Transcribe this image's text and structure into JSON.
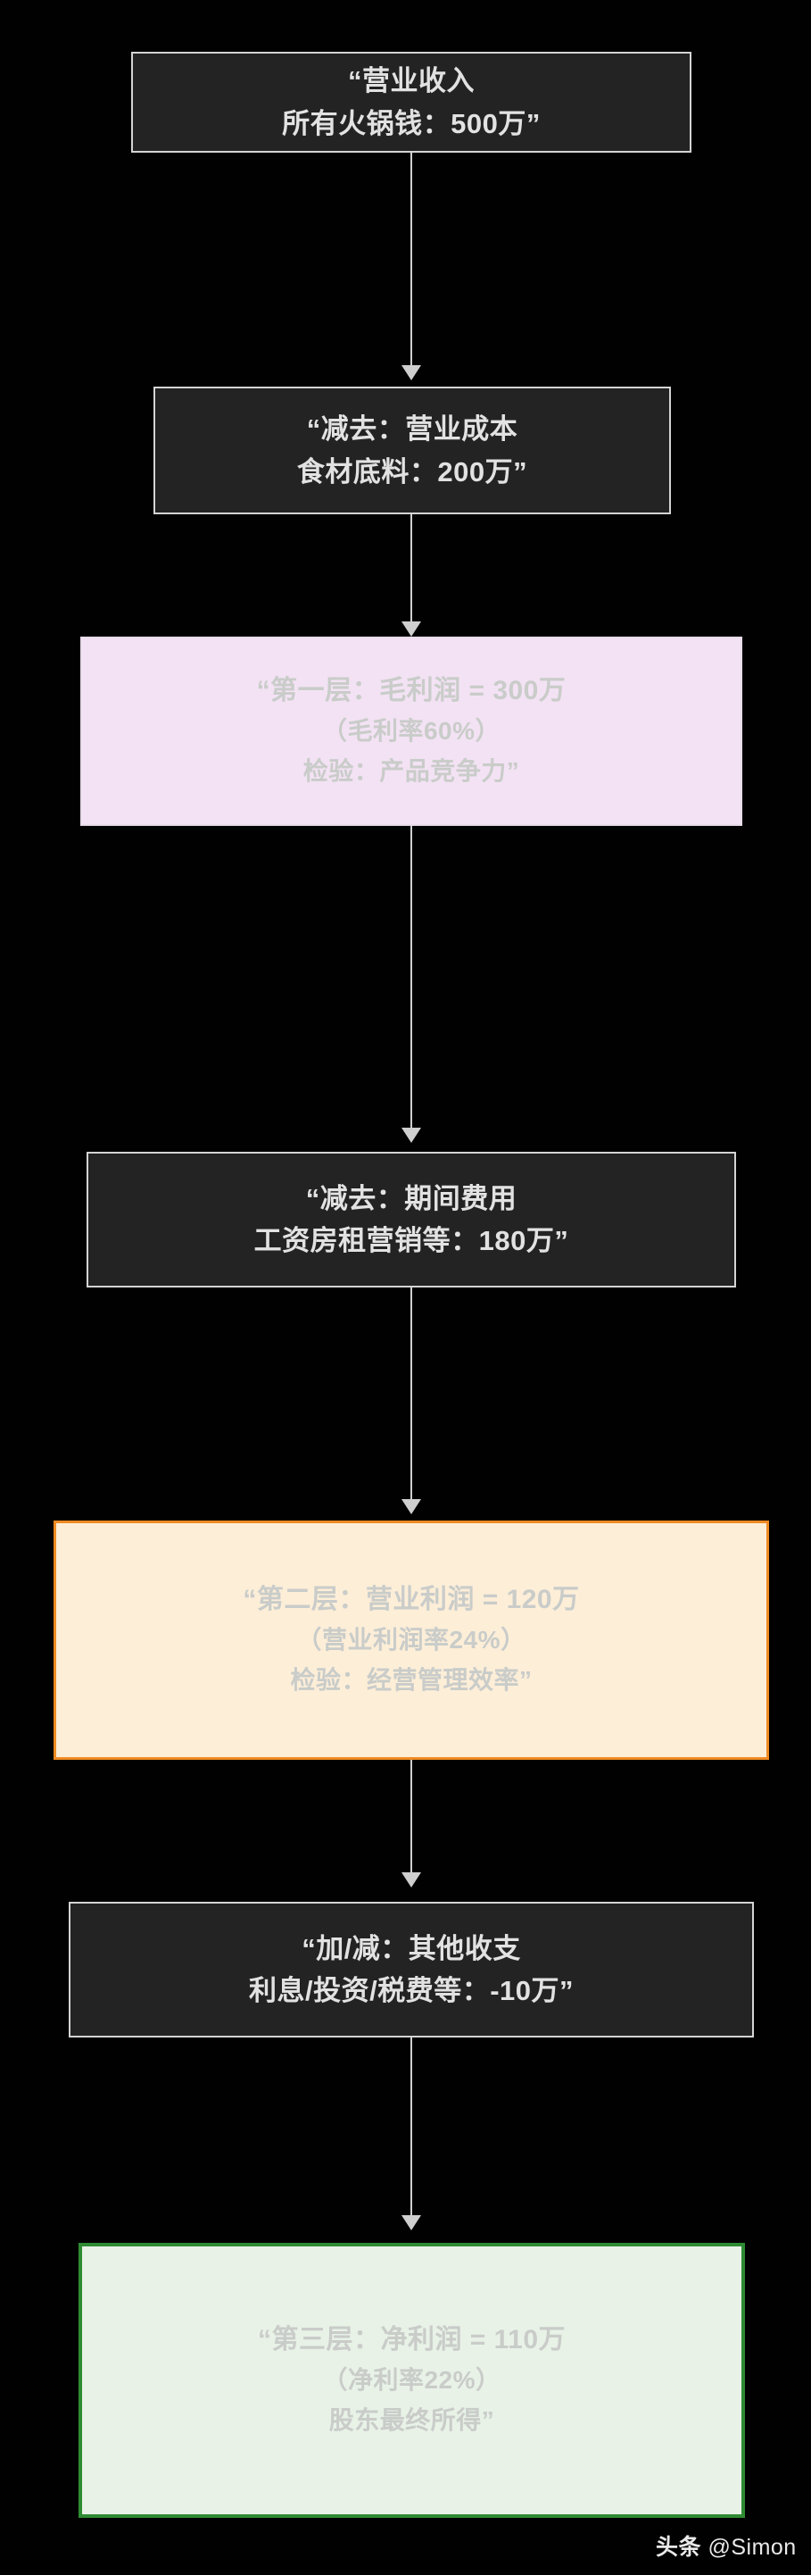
{
  "title": "火锅店利润三层拆解流程图",
  "colors": {
    "background": "#010101",
    "dark_box_fill": "#232323",
    "dark_box_border": "#d4d4d4",
    "dark_box_text": "#e2e2e2",
    "pink_fill": "#f3e2f4",
    "pink_border": "#e9dbe9",
    "orange_fill": "#fdeed8",
    "orange_border": "#ef8a22",
    "green_fill": "#e8f2e7",
    "green_border": "#2e8b33",
    "highlight_text": "#c9ccc9",
    "connector": "#cfcfcf"
  },
  "nodes": [
    {
      "id": "revenue",
      "kind": "dark",
      "lines": [
        "“营业收入",
        "所有火锅钱：500万”"
      ]
    },
    {
      "id": "cogs",
      "kind": "dark",
      "lines": [
        "“减去：营业成本",
        "食材底料：200万”"
      ]
    },
    {
      "id": "gross-profit",
      "kind": "pink",
      "lines": [
        "“第一层：毛利润 = 300万",
        "（毛利率60%）",
        "检验：产品竞争力”"
      ]
    },
    {
      "id": "opex",
      "kind": "dark",
      "lines": [
        "“减去：期间费用",
        "工资房租营销等：180万”"
      ]
    },
    {
      "id": "operating-profit",
      "kind": "orange",
      "lines": [
        "“第二层：营业利润 = 120万",
        "（营业利润率24%）",
        "检验：经营管理效率”"
      ]
    },
    {
      "id": "other-income",
      "kind": "dark",
      "lines": [
        "“加/减：其他收支",
        "利息/投资/税费等：-10万”"
      ]
    },
    {
      "id": "net-profit",
      "kind": "green",
      "lines": [
        "“第三层：净利润 = 110万",
        "（净利率22%）",
        "股东最终所得”"
      ]
    }
  ],
  "watermark": {
    "source": "头条",
    "handle": "@Simon"
  }
}
